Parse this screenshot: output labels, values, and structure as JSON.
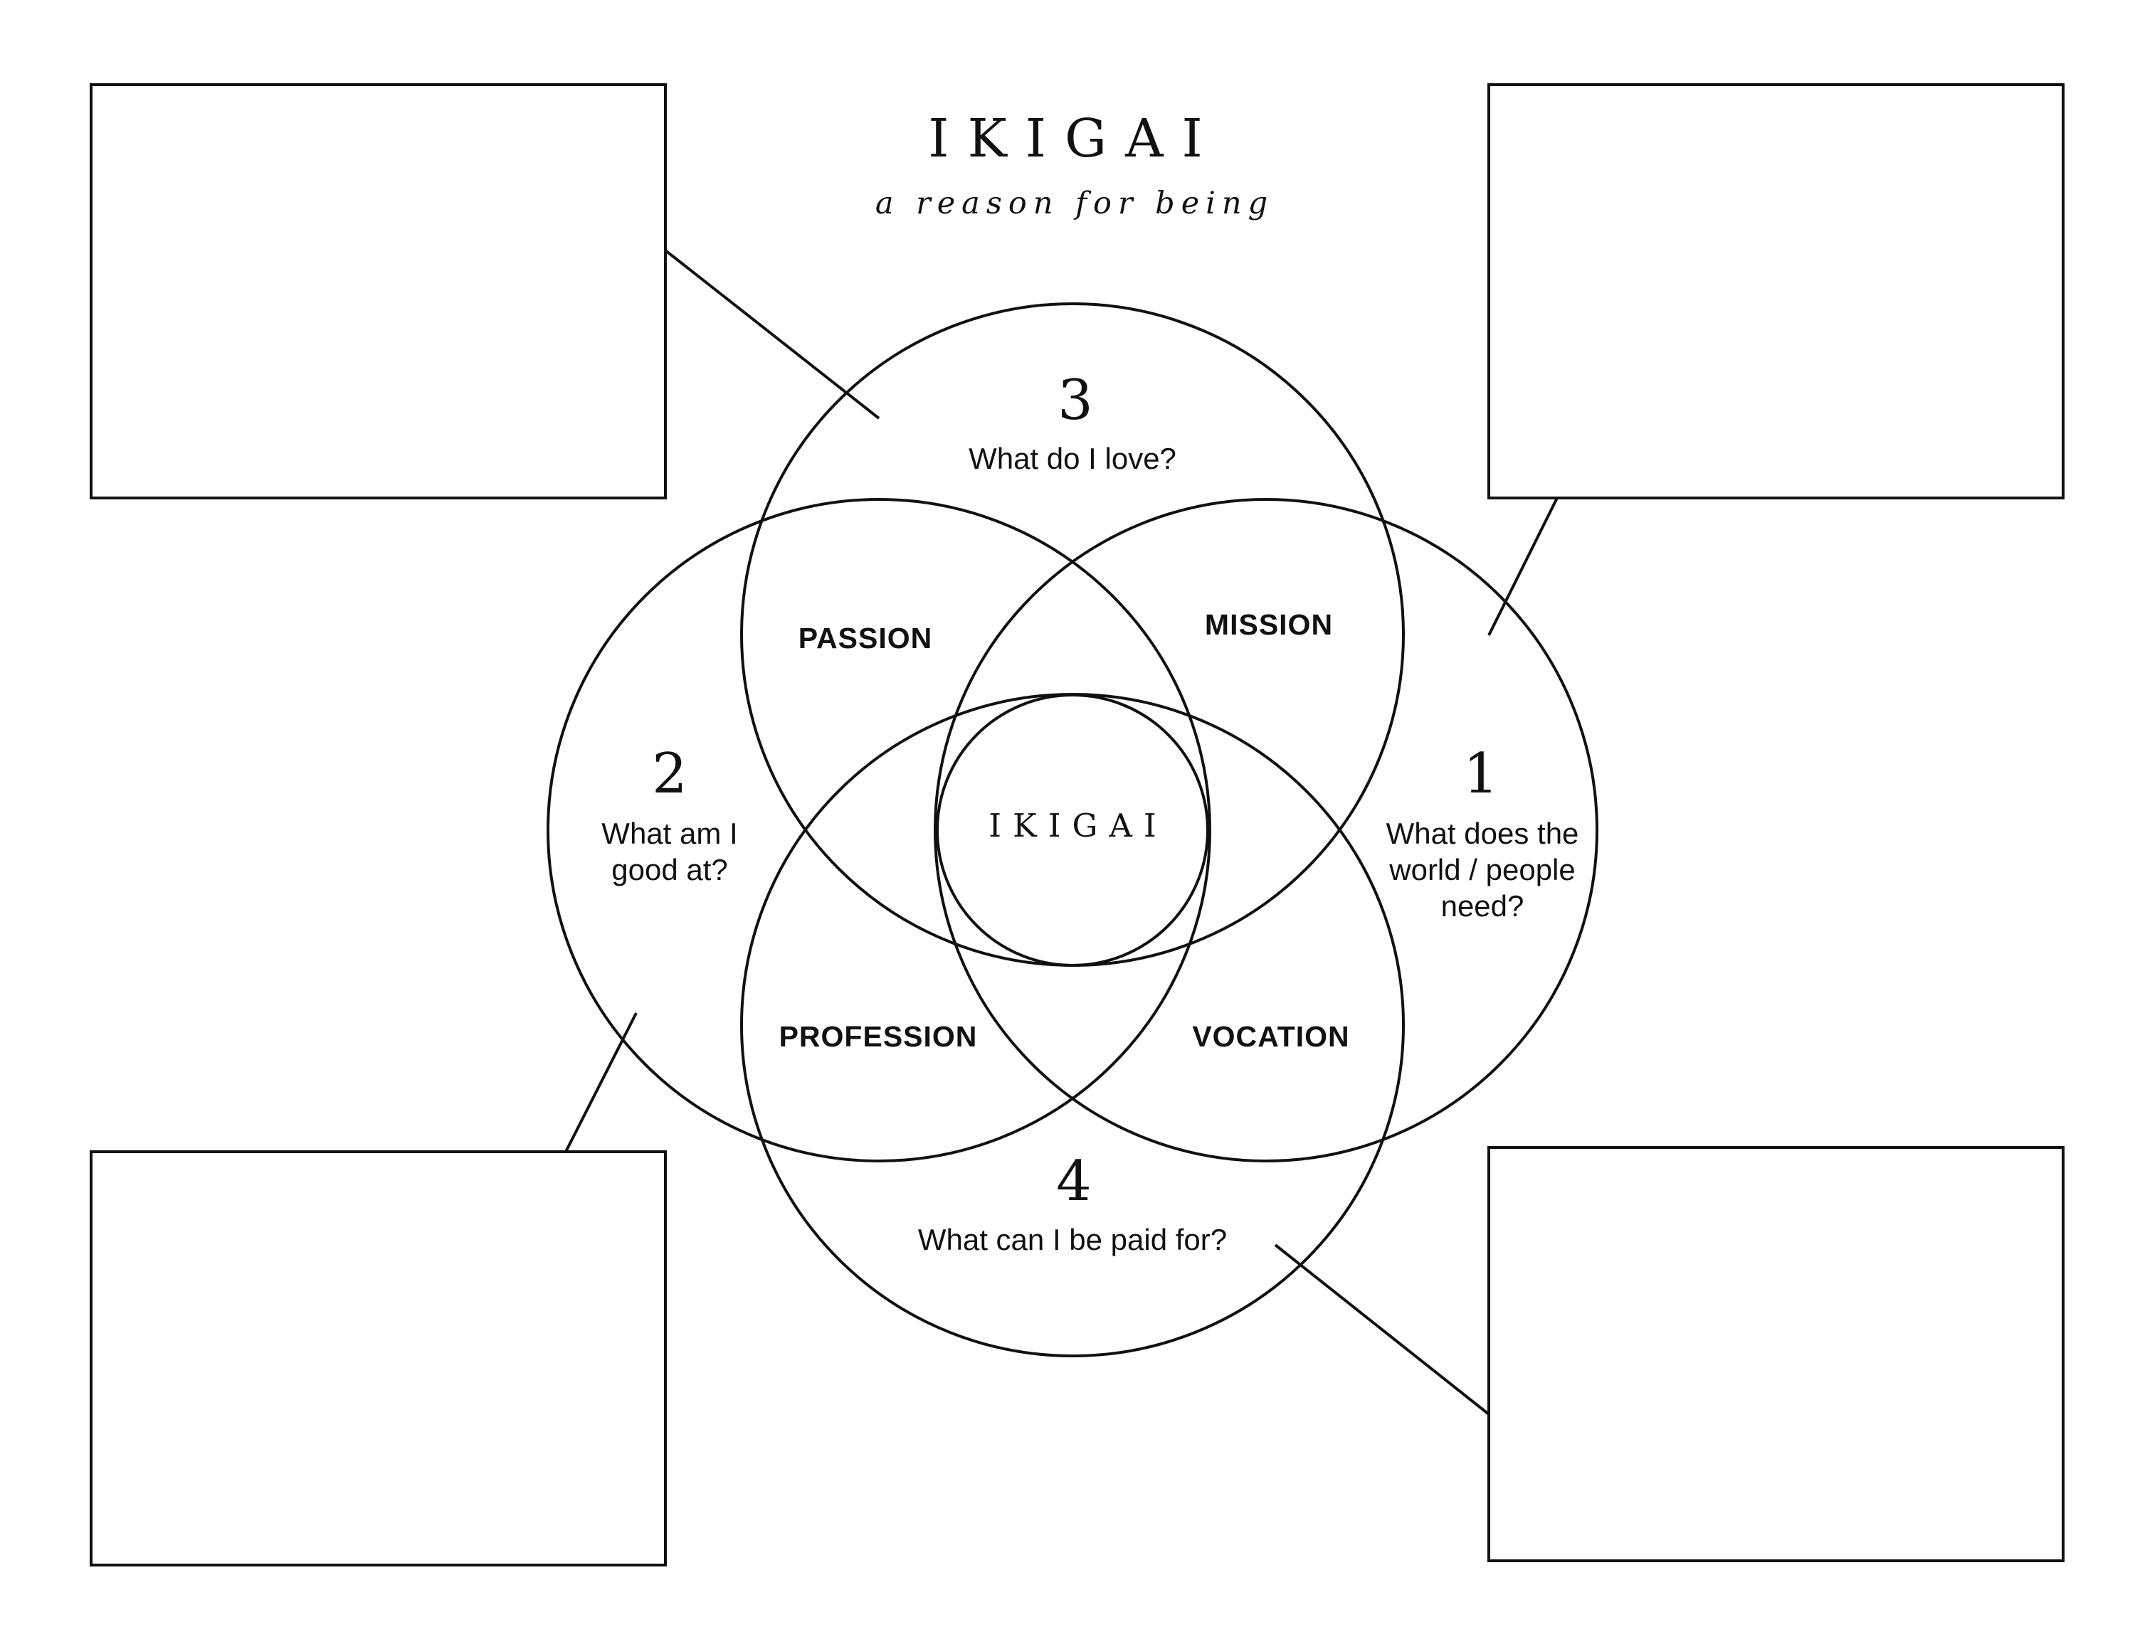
{
  "header": {
    "title": "IKIGAI",
    "subtitle": "a reason for being"
  },
  "circles": {
    "top": {
      "number": "3",
      "question": "What do I love?"
    },
    "left": {
      "number": "2",
      "question_line1": "What am I",
      "question_line2": "good at?"
    },
    "right": {
      "number": "1",
      "question_line1": "What does the",
      "question_line2": "world / people",
      "question_line3": "need?"
    },
    "bottom": {
      "number": "4",
      "question": "What can I be paid for?"
    }
  },
  "overlaps": {
    "passion": "PASSION",
    "mission": "MISSION",
    "profession": "PROFESSION",
    "vocation": "VOCATION"
  },
  "center": {
    "label": "IKIGAI"
  }
}
